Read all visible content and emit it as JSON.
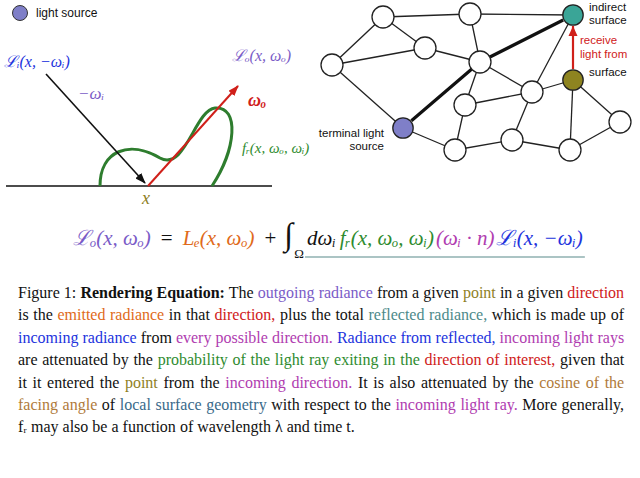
{
  "diagram": {
    "caption": "Figure 1: Rendering Equation: The outgoing radiance from a given point in a given direction is the emitted radiance in that direction, plus the total reflected radiance, which is made up of incoming radiance from every possible direction. Radiance from reflected, incoming light rays are attenuated by the probability of the light ray exiting in the direction of interest, given that it it entered the point from the incoming direction. It is also attenuated by the cosine of the facing angle of local surface geometry with respect to the incoming light ray. More generally, fᵣ may also be a function of wavelength λ and time t.",
    "nodes": [
      {
        "text": [
          "indirect surface"
        ]
      },
      {
        "text": [
          "surface"
        ]
      },
      {
        "text": [
          "terminal light source"
        ]
      }
    ],
    "edges": [
      {
        "from": 1,
        "to": 0,
        "arrow": "to",
        "label": "receive light from"
      },
      {
        "from": 0,
        "to": 2,
        "arrow": "none"
      }
    ],
    "labels": [
      "ℒᵢ(x, −ωᵢ)",
      "−ωᵢ",
      "ℒₒ(x, ωₒ)",
      "ωₒ",
      "fᵣ(x, ωₒ, ωᵢ)",
      "x",
      "ℒₒ(x, ωₒ)",
      "=",
      "Lₑ(x, ωₒ)",
      "+",
      "∫",
      "Ω",
      "dωᵢ",
      "fᵣ(x, ωₒ, ωᵢ)",
      "(ωᵢ · n)",
      "ℒᵢ(x, −ωᵢ)"
    ],
    "legend": [
      {
        "text": "light source",
        "color": "#7f7fc8"
      }
    ]
  }
}
